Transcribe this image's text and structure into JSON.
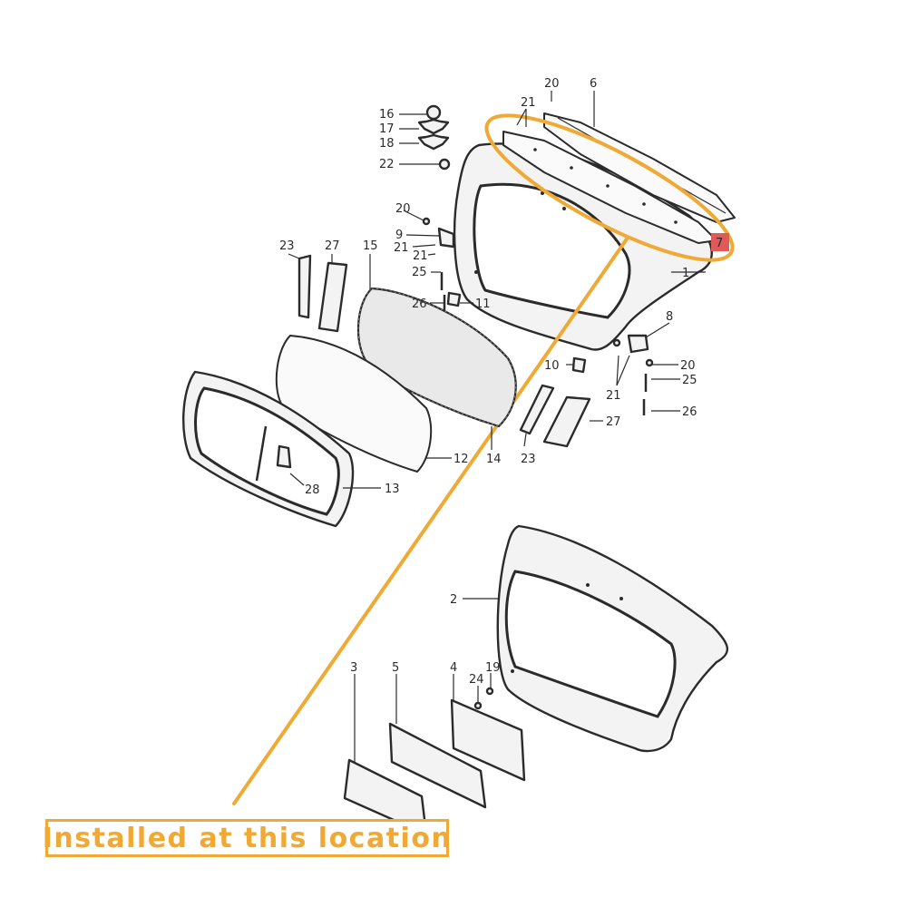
{
  "callout": {
    "text": "Installed at this location",
    "accent_color": "#f0a934",
    "marker_color": "#e05a5a"
  },
  "labels": {
    "l1": "1",
    "l2": "2",
    "l3": "3",
    "l4": "4",
    "l5": "5",
    "l6": "6",
    "l7": "7",
    "l8": "8",
    "l9": "9",
    "l10": "10",
    "l11": "11",
    "l12": "12",
    "l13": "13",
    "l14": "14",
    "l15": "15",
    "l16": "16",
    "l17": "17",
    "l18": "18",
    "l19": "19",
    "l20a": "20",
    "l20b": "20",
    "l20c": "20",
    "l21a": "21",
    "l21b": "21",
    "l21c": "21",
    "l21d": "21",
    "l22": "22",
    "l23a": "23",
    "l23b": "23",
    "l24": "24",
    "l25a": "25",
    "l25b": "25",
    "l26a": "26",
    "l26b": "26",
    "l27a": "27",
    "l27b": "27",
    "l28": "28"
  }
}
